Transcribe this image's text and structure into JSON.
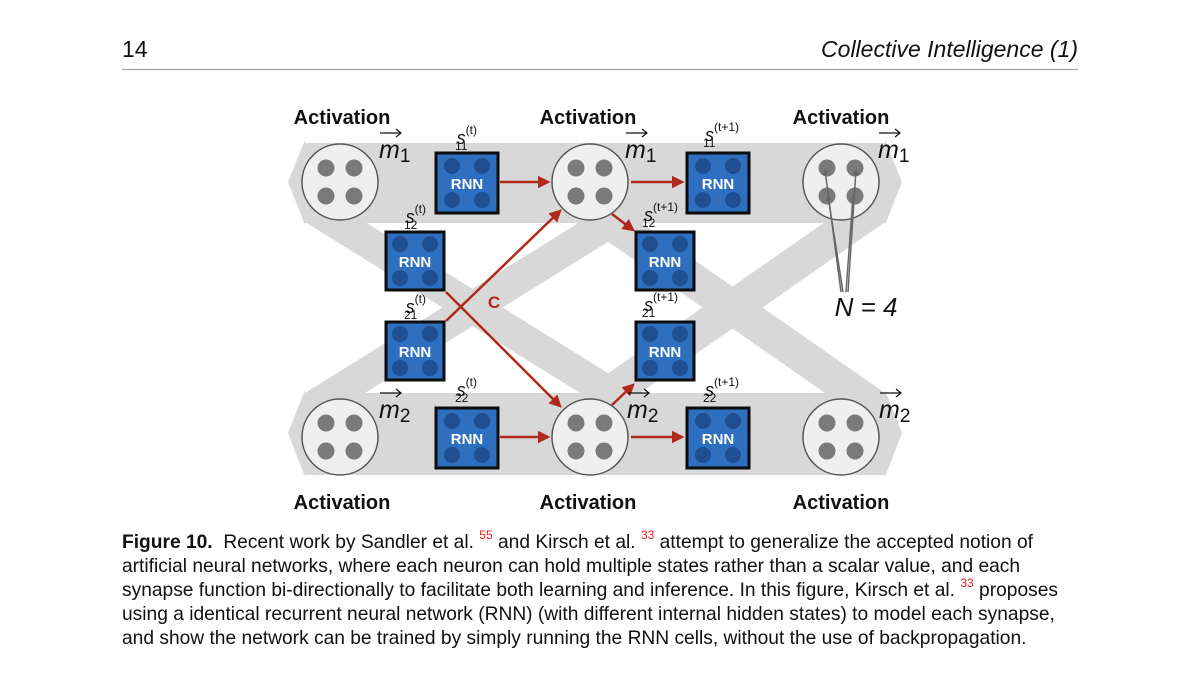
{
  "header": {
    "page_number": "14",
    "running_title": "Collective Intelligence (1)"
  },
  "figure": {
    "activation_label": "Activation",
    "rnn_label": "RNN",
    "connection_label": "C",
    "n_label": "N = 4",
    "vectors": {
      "m1": "m",
      "m1_sub": "1",
      "m2": "m",
      "m2_sub": "2"
    },
    "synapse_labels": {
      "t_super": "(t)",
      "t1_super": "(t+1)",
      "s": "s",
      "sub_11": "11",
      "sub_12": "12",
      "sub_21": "21",
      "sub_22": "22"
    },
    "colors": {
      "background_band": "#d8d8d8",
      "neuron_fill": "#efefef",
      "neuron_dot": "#7a7a7a",
      "rnn_fill": "#2f6fc0",
      "rnn_border": "#0d0d0d",
      "rnn_dot": "#1f4f90",
      "arrow": "#b02a1c"
    }
  },
  "caption": {
    "label": "Figure 10.",
    "part1": "Recent work by Sandler et al.",
    "ref1": "55",
    "part2": "and Kirsch et al.",
    "ref2": "33",
    "part3": "attempt to generalize the accepted notion of artificial neural networks, where each neuron can hold multiple states rather than a scalar value, and each synapse function bi-directionally to facilitate both learning and inference. In this figure, Kirsch et al.",
    "ref3": "33",
    "part4": "proposes using a identical recurrent neural network (RNN) (with different internal hidden states) to model each synapse, and show the network can be trained by simply running the RNN cells, without the use of backpropagation."
  }
}
